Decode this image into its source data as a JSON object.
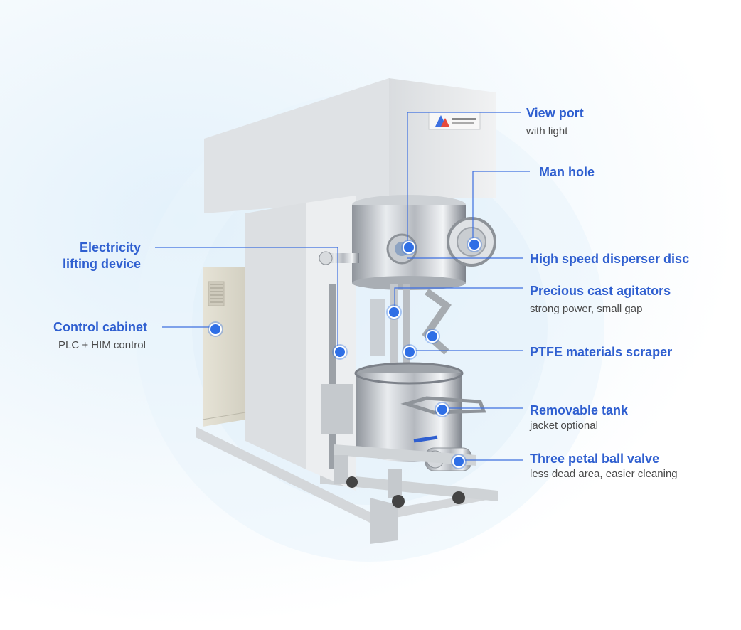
{
  "callouts": {
    "view_port": {
      "title": "View port",
      "sub": "with light"
    },
    "man_hole": {
      "title": "Man hole"
    },
    "disperser_disc": {
      "title": "High speed disperser disc"
    },
    "cast_agitators": {
      "title": "Precious cast agitators",
      "sub": "strong power, small gap"
    },
    "ptfe_scraper": {
      "title": "PTFE materials scraper"
    },
    "removable_tank": {
      "title": "Removable tank",
      "sub": "jacket optional"
    },
    "ball_valve": {
      "title": "Three petal ball valve",
      "sub": "less dead area, easier cleaning"
    },
    "lifting_device": {
      "title_line1": "Electricity",
      "title_line2": "lifting device"
    },
    "control_cabinet": {
      "title": "Control cabinet",
      "sub": "PLC + HIM control"
    }
  },
  "colors": {
    "accent": "#2f5fd0",
    "leader_line": "#3d6fe0",
    "machine_body": "#e8eaec",
    "steel": "#b8bcc2"
  }
}
